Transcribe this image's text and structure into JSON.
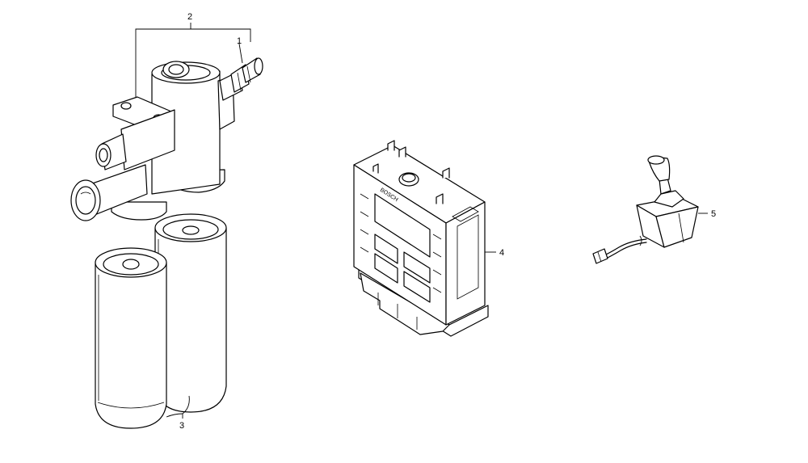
{
  "callouts": {
    "c1": "1",
    "c2": "2",
    "c3": "3",
    "c4": "4",
    "c5": "5"
  },
  "part_text": {
    "controller_brand": "BOSCH"
  }
}
